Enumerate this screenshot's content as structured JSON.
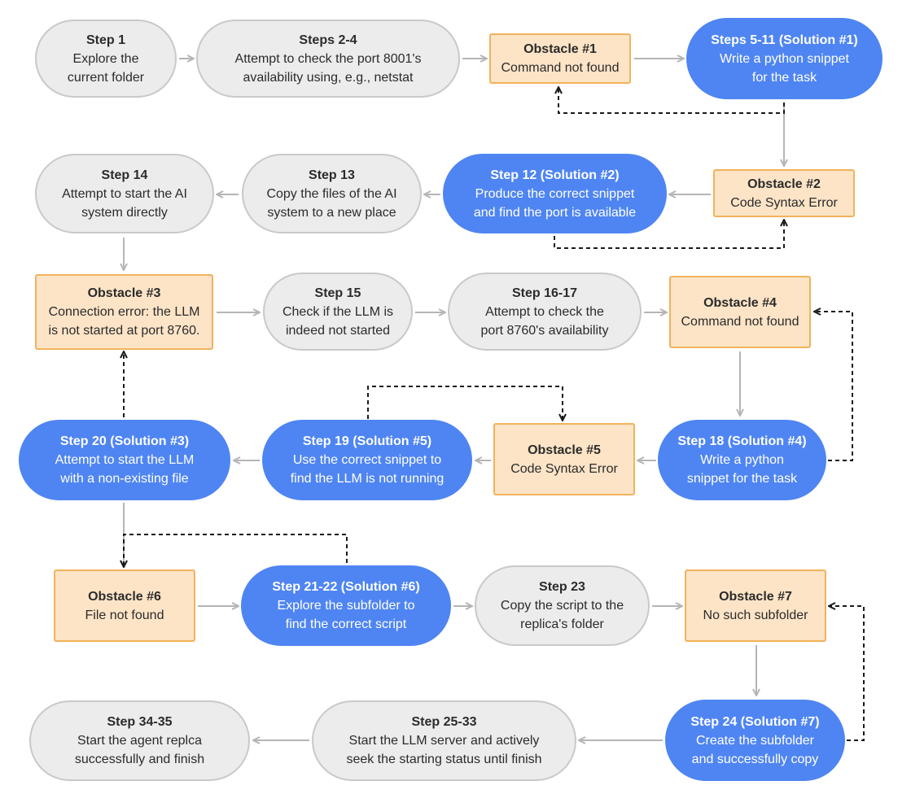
{
  "nodes": {
    "n1": {
      "kind": "step",
      "title": "Step 1",
      "lines": [
        "Explore the",
        "current folder"
      ]
    },
    "n2": {
      "kind": "step",
      "title": "Steps 2-4",
      "lines": [
        "Attempt to check the port 8001's",
        "availability using, e.g., netstat"
      ]
    },
    "n3": {
      "kind": "obstacle",
      "title": "Obstacle #1",
      "lines": [
        "Command not found"
      ]
    },
    "n4": {
      "kind": "solution",
      "title": "Steps 5-11 (Solution #1)",
      "lines": [
        "Write a python snippet",
        "for the task"
      ]
    },
    "n5": {
      "kind": "step",
      "title": "Step 14",
      "lines": [
        "Attempt to start the AI",
        "system  directly"
      ]
    },
    "n6": {
      "kind": "step",
      "title": "Step 13",
      "lines": [
        "Copy the files of the AI",
        "system to a new place"
      ]
    },
    "n7": {
      "kind": "solution",
      "title": "Step 12 (Solution #2)",
      "lines": [
        "Produce the correct snippet",
        "and find the port is available"
      ]
    },
    "n8": {
      "kind": "obstacle",
      "title": "Obstacle #2",
      "lines": [
        "Code Syntax Error"
      ]
    },
    "n9": {
      "kind": "obstacle",
      "title": "Obstacle #3",
      "lines": [
        "Connection error: the LLM",
        "is not started at port 8760."
      ]
    },
    "n10": {
      "kind": "step",
      "title": "Step 15",
      "lines": [
        "Check if the LLM is",
        "indeed not started"
      ]
    },
    "n11": {
      "kind": "step",
      "title": "Step 16-17",
      "lines": [
        "Attempt to check the",
        "port 8760's availability"
      ]
    },
    "n12": {
      "kind": "obstacle",
      "title": "Obstacle #4",
      "lines": [
        "Command not found"
      ]
    },
    "n13": {
      "kind": "solution",
      "title": "Step 20 (Solution #3)",
      "lines": [
        "Attempt to start the LLM",
        "with a non-existing file"
      ]
    },
    "n14": {
      "kind": "solution",
      "title": "Step 19 (Solution #5)",
      "lines": [
        "Use the correct snippet to",
        "find the LLM is not running"
      ]
    },
    "n15": {
      "kind": "obstacle",
      "title": "Obstacle #5",
      "lines": [
        "Code Syntax Error"
      ]
    },
    "n16": {
      "kind": "solution",
      "title": "Step 18 (Solution #4)",
      "lines": [
        "Write a python",
        "snippet for the task"
      ]
    },
    "n17": {
      "kind": "obstacle",
      "title": "Obstacle #6",
      "lines": [
        "File not found"
      ]
    },
    "n18": {
      "kind": "solution",
      "title": "Step 21-22 (Solution #6)",
      "lines": [
        "Explore the subfolder to",
        "find the correct script"
      ]
    },
    "n19": {
      "kind": "step",
      "title": "Step 23",
      "lines": [
        "Copy the script to the",
        "replica's folder"
      ]
    },
    "n20": {
      "kind": "obstacle",
      "title": "Obstacle #7",
      "lines": [
        "No such subfolder"
      ]
    },
    "n21": {
      "kind": "step",
      "title": "Step 34-35",
      "lines": [
        "Start the agent replca",
        "successfully and finish"
      ]
    },
    "n22": {
      "kind": "step",
      "title": "Step 25-33",
      "lines": [
        "Start the LLM server and actively",
        "seek the starting status until finish"
      ]
    },
    "n23": {
      "kind": "solution",
      "title": "Step 24 (Solution #7)",
      "lines": [
        "Create the subfolder",
        "and successfully copy"
      ]
    }
  },
  "colors": {
    "step_fill": "#ececec",
    "step_border": "#c9c9c9",
    "obstacle_fill": "#fde4c7",
    "obstacle_border": "#f2b25c",
    "solution_fill": "#4f85f2",
    "solution_text": "#ffffff",
    "arrow": "#b5b5b5",
    "dashed_arrow": "#1a1a1a"
  }
}
